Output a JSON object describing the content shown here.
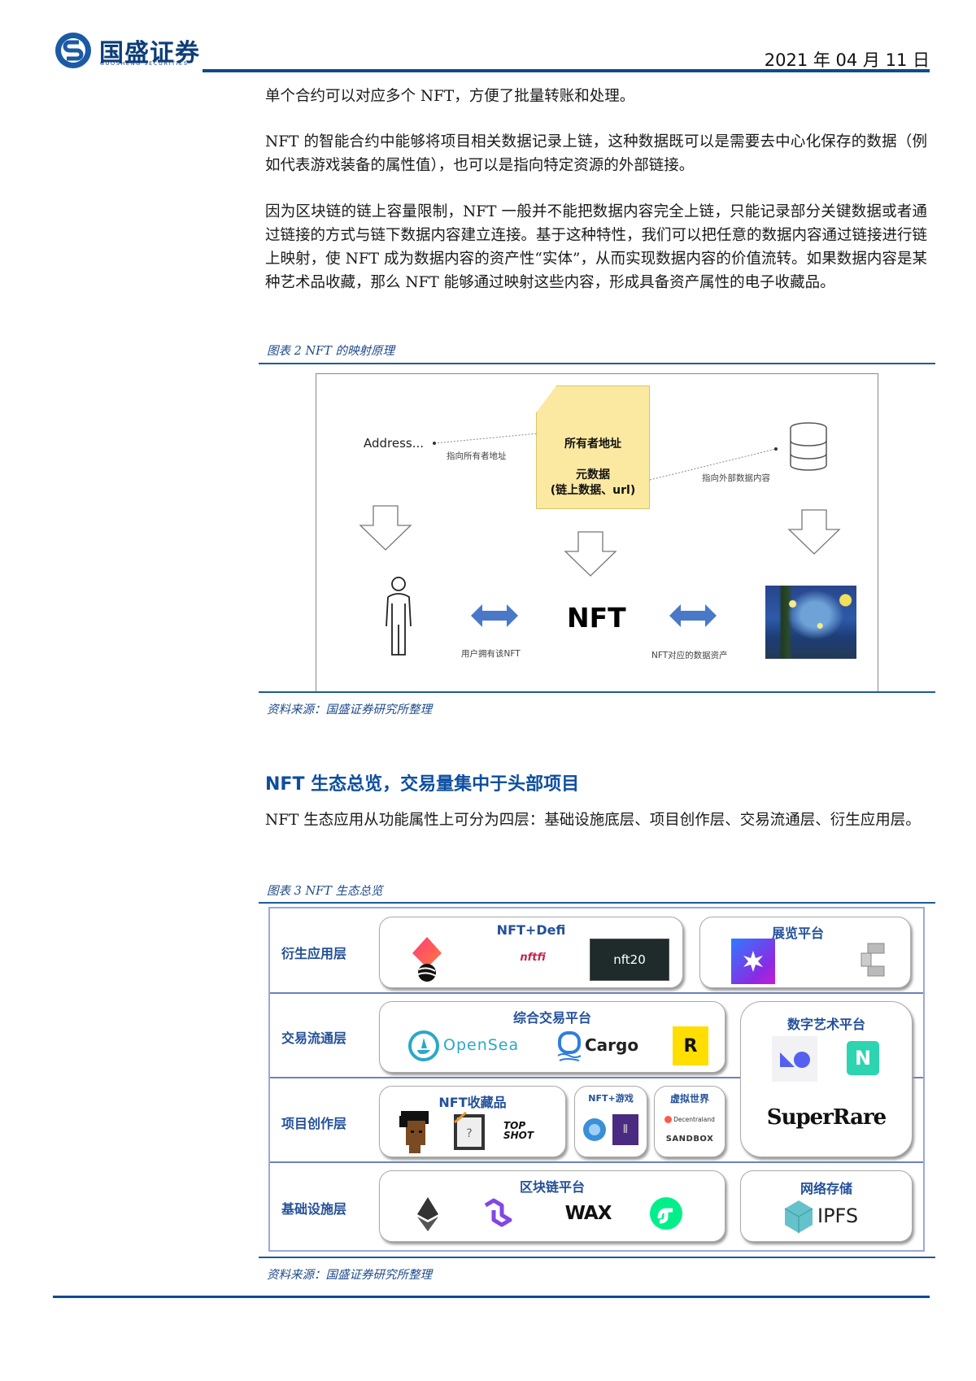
{
  "header": {
    "brand_cn": "国盛证券",
    "brand_en": "GUOSHENG SECURITIES",
    "date": "2021 年 04 月 11 日",
    "brand_color": "#0a4b8c"
  },
  "body": {
    "paragraphs": [
      "单个合约可以对应多个 NFT，方便了批量转账和处理。",
      "NFT 的智能合约中能够将项目相关数据记录上链，这种数据既可以是需要去中心化保存的数据（例如代表游戏装备的属性值），也可以是指向特定资源的外部链接。",
      "因为区块链的链上容量限制，NFT 一般并不能把数据内容完全上链，只能记录部分关键数据或者通过链接的方式与链下数据内容建立连接。基于这种特性，我们可以把任意的数据内容通过链接进行链上映射，使 NFT 成为数据内容的资产性“实体”，从而实现数据内容的价值流转。如果数据内容是某种艺术品收藏，那么 NFT 能够通过映射这些内容，形成具备资产属性的电子收藏品。"
    ]
  },
  "figure2": {
    "caption": "图表 2 NFT 的映射原理",
    "note_line1": "所有者地址",
    "note_line2": "元数据",
    "note_line3": "(链上数据、url)",
    "address_label": "Address...",
    "arrow_owner_label": "指向所有者地址",
    "arrow_external_label": "指向外部数据内容",
    "center_label": "NFT",
    "left_relation_label": "用户拥有该NFT",
    "right_relation_label": "NFT对应的数据资产",
    "icons": [
      "person-icon",
      "database-icon",
      "starry-night-painting",
      "double-arrow-icon",
      "down-arrow-icon"
    ],
    "source": "资料来源：国盛证券研究所整理"
  },
  "section": {
    "heading": "NFT 生态总览，交易量集中于头部项目",
    "paragraph": "NFT 生态应用从功能属性上可分为四层：基础设施底层、项目创作层、交易流通层、衍生应用层。"
  },
  "figure3": {
    "caption": "图表 3 NFT 生态总览",
    "layers": [
      {
        "name": "衍生应用层",
        "groups": [
          {
            "title": "NFT+Defi",
            "logos": [
              "Rarible-style diamond logo",
              "nftfi",
              "nft20"
            ]
          },
          {
            "title": "展览平台",
            "logos": [
              "star-app logo",
              "Cryptovoxels cube logo"
            ]
          }
        ]
      },
      {
        "name": "交易流通层",
        "groups": [
          {
            "title": "综合交易平台",
            "logos": [
              "OpenSea",
              "Cargo",
              "R"
            ]
          },
          {
            "title": "数字艺术平台",
            "logos": [
              "shape logo",
              "N",
              "SuperRare"
            ]
          }
        ]
      },
      {
        "name": "项目创作层",
        "groups": [
          {
            "title": "NFT收藏品",
            "logos": [
              "CryptoPunk avatar",
              "frame logo",
              "NBA Top Shot"
            ]
          },
          {
            "title": "NFT+游戏",
            "logos": [
              "gear logo",
              "tower logo"
            ]
          },
          {
            "title": "虚拟世界",
            "logos": [
              "Decentraland",
              "SANDBOX"
            ]
          }
        ]
      },
      {
        "name": "基础设施层",
        "groups": [
          {
            "title": "区块链平台",
            "logos": [
              "Ethereum",
              "Polygon",
              "WAX",
              "Flow"
            ]
          },
          {
            "title": "网络存储",
            "logos": [
              "IPFS"
            ]
          }
        ]
      }
    ],
    "logo_texts": {
      "nftfi": "nftfi",
      "nft20": "nft20",
      "opensea": "OpenSea",
      "cargo": "Cargo",
      "r": "R",
      "n": "N",
      "superrare": "SuperRare",
      "topshot": "TOP SHOT",
      "decentraland": "Decentraland",
      "sandbox": "SANDBOX",
      "wax": "WAX",
      "ipfs": "IPFS"
    },
    "source": "资料来源：国盛证券研究所整理"
  }
}
